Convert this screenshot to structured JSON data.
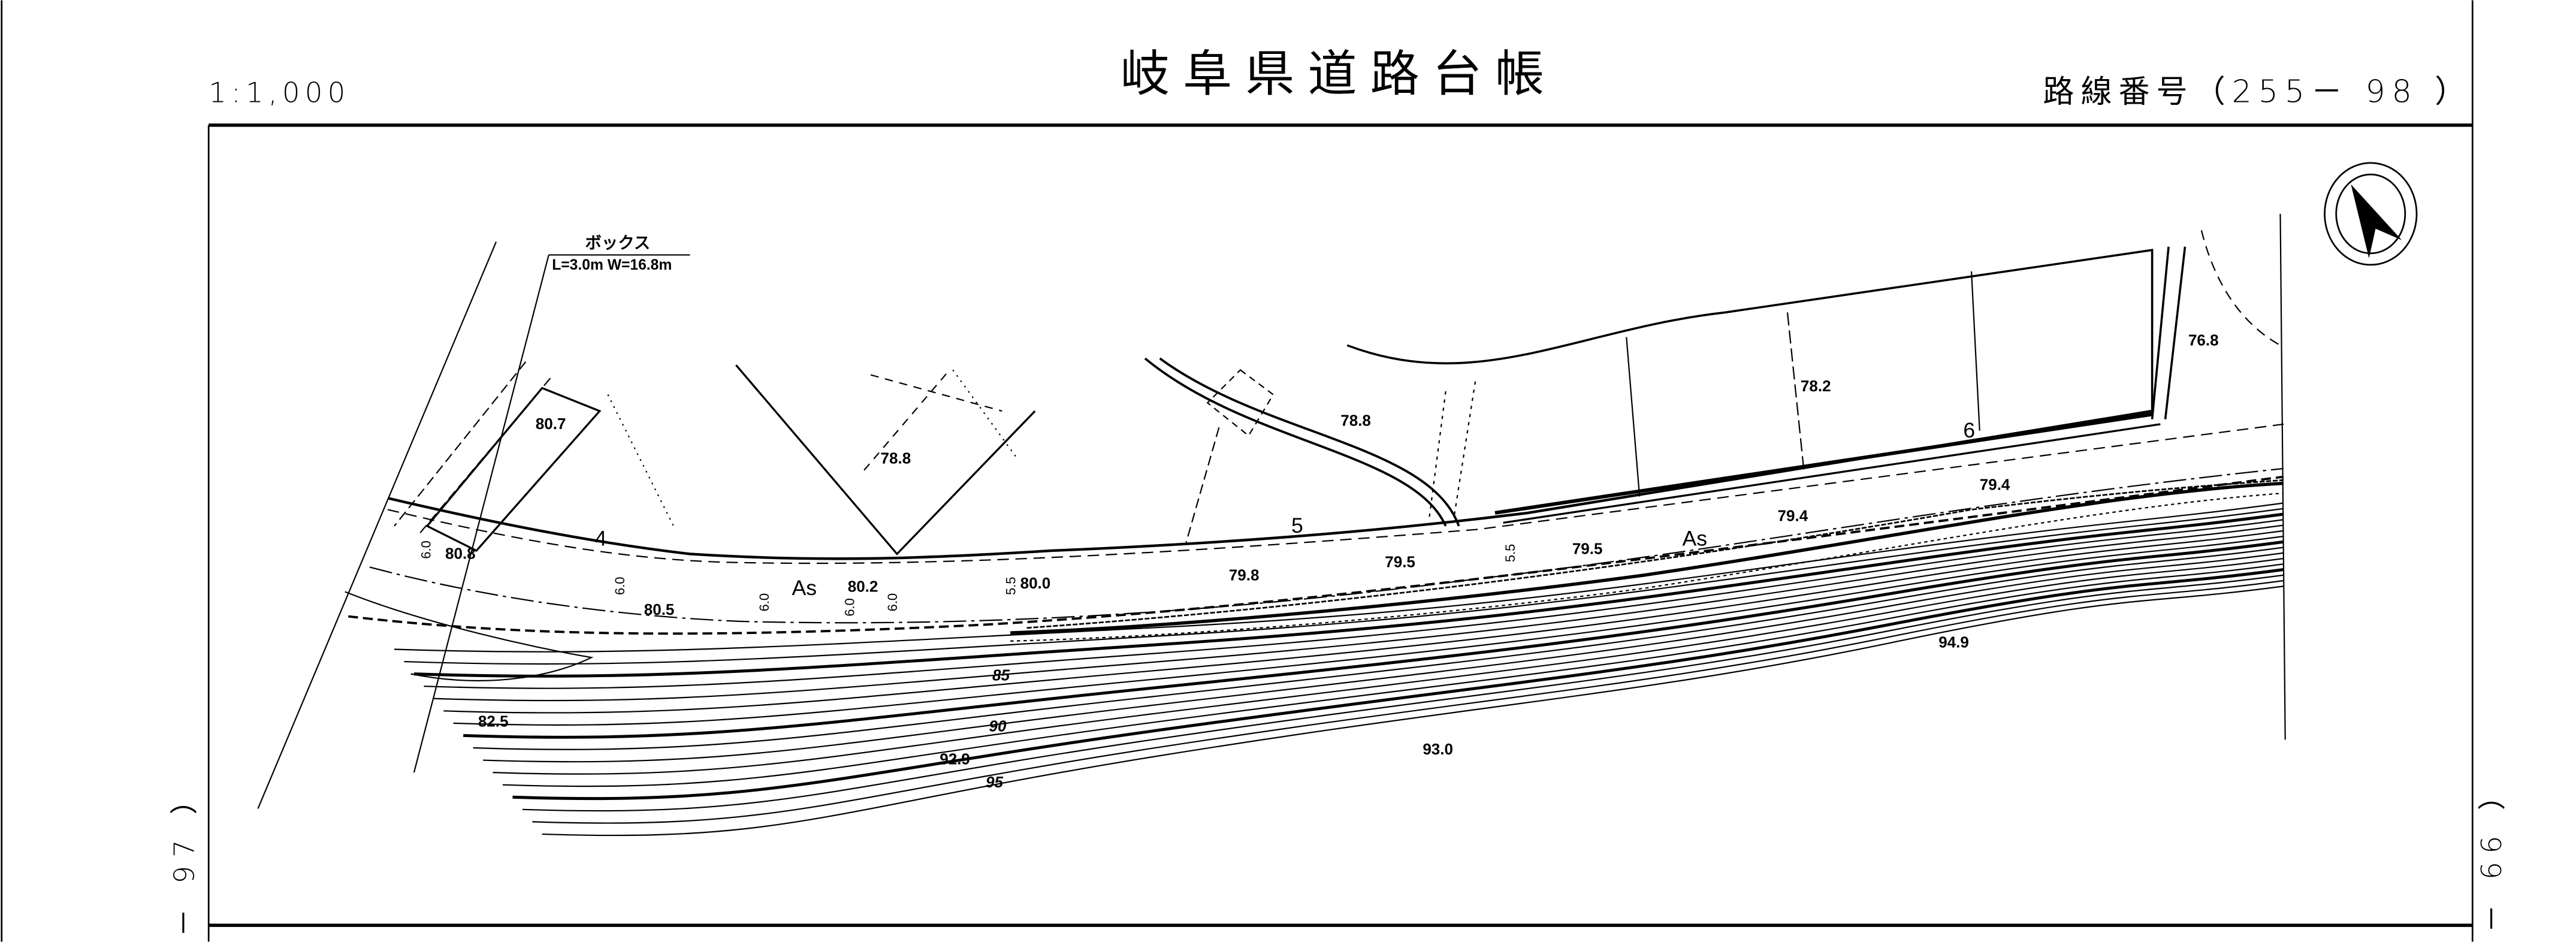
{
  "header": {
    "scale": "1:1,000",
    "title": "岐阜県道路台帳",
    "route_number": "路線番号（255－ 98 ）"
  },
  "side_labels": {
    "left": "－ 97 ）",
    "right": "（ 99 －"
  },
  "annotations": {
    "box_name": "ボックス",
    "box_size": "L=3.0m  W=16.8m"
  },
  "sections": [
    "4",
    "5",
    "6"
  ],
  "elevations": [
    {
      "id": "e1",
      "value": "80.7"
    },
    {
      "id": "e2",
      "value": "78.8"
    },
    {
      "id": "e3",
      "value": "80.8"
    },
    {
      "id": "e4",
      "value": "80.5"
    },
    {
      "id": "e5",
      "value": "80.2"
    },
    {
      "id": "e6",
      "value": "80.0"
    },
    {
      "id": "e7",
      "value": "79.8"
    },
    {
      "id": "e8",
      "value": "79.5"
    },
    {
      "id": "e9",
      "value": "79.5"
    },
    {
      "id": "e10",
      "value": "79.4"
    },
    {
      "id": "e11",
      "value": "79.4"
    },
    {
      "id": "e12",
      "value": "78.8"
    },
    {
      "id": "e13",
      "value": "78.2"
    },
    {
      "id": "e14",
      "value": "76.8"
    },
    {
      "id": "e15",
      "value": "94.9"
    },
    {
      "id": "e16",
      "value": "82.5"
    },
    {
      "id": "e17",
      "value": "92.9"
    },
    {
      "id": "e18",
      "value": "93.0"
    }
  ],
  "contour_labels": [
    "85",
    "90",
    "95"
  ],
  "surface_labels": [
    "As",
    "As"
  ],
  "widths": [
    "6.0",
    "6.0",
    "6.0",
    "6.0",
    "6.0",
    "5.5",
    "5.5"
  ]
}
